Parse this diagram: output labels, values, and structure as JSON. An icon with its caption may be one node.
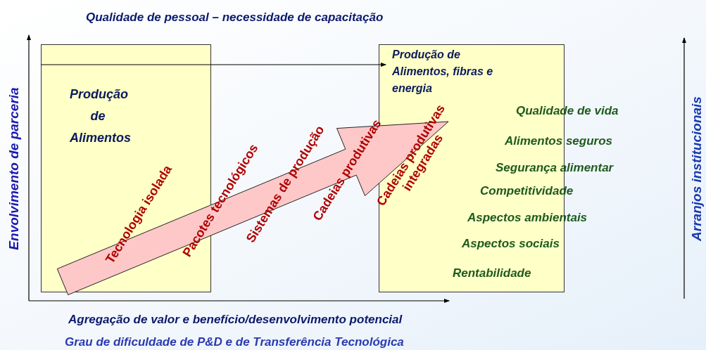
{
  "diagram": {
    "title": "Qualidade de pessoal – necessidade de capacitação",
    "nodes": [
      {
        "text": [
          "Produção de Alimentos"
        ]
      },
      {
        "text": [
          "Produção de Alimentos, fibras e energia"
        ]
      }
    ],
    "edges": [
      {
        "from": 0,
        "to": 1,
        "arrow": "to"
      },
      {
        "from": 0,
        "to": 1,
        "arrow": "to",
        "style": "thick",
        "color": "#ffc8c8"
      }
    ],
    "labels": [
      "Tecnologia isolada",
      "Pacotes tecnológicos",
      "Sistemas de produção",
      "Cadeias produtivas",
      "Cadeias produtivas integradas",
      "Qualidade de vida",
      "Alimentos seguros",
      "Segurança alimentar",
      "Competitividade",
      "Aspectos ambientais",
      "Aspectos sociais",
      "Rentabilidade",
      "Envolvimento de parceria",
      "Arranjos institucionais",
      "Agregação de valor e benefício/desenvolvimento potencial",
      "Grau de dificuldade de P&D e de Transferência Tecnológica"
    ]
  }
}
